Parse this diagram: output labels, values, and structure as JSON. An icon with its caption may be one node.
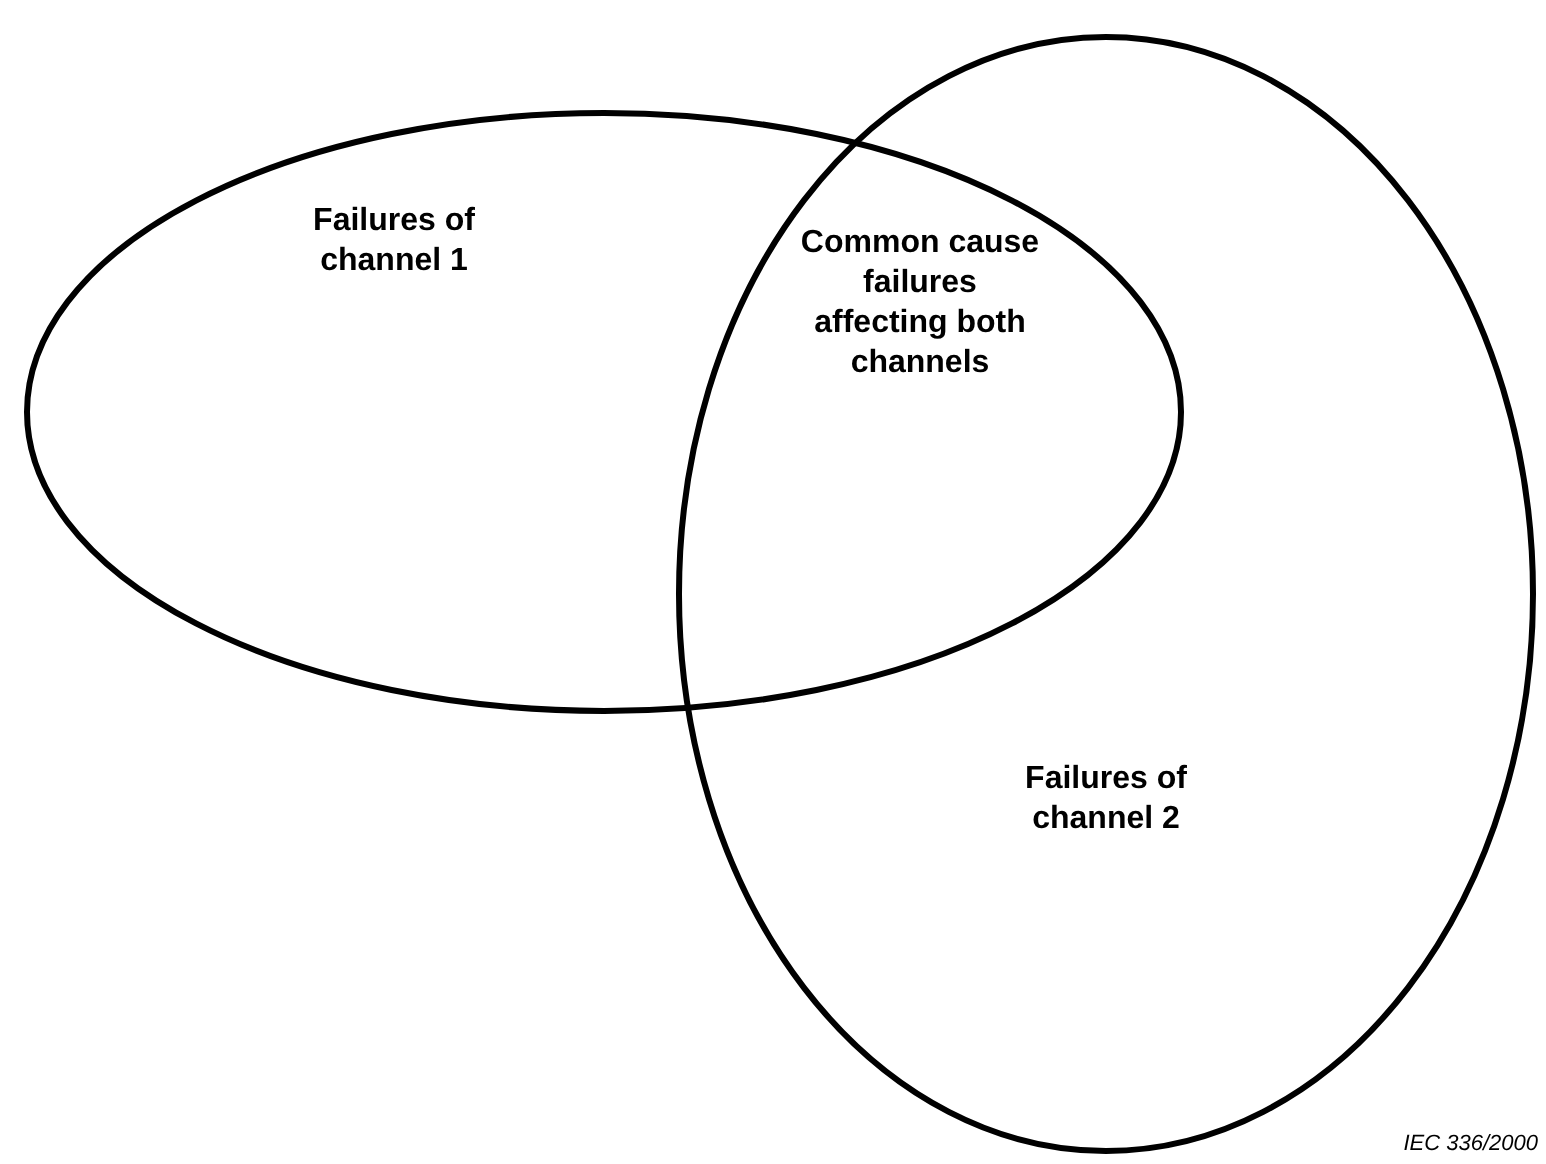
{
  "diagram": {
    "nodes": [
      {
        "text": [
          "Failures of channel 1"
        ]
      },
      {
        "text": [
          "Failures of channel 2"
        ]
      },
      {
        "text": [
          "Common cause failures affecting both channels"
        ]
      }
    ],
    "labels": [
      "IEC 336/2000"
    ]
  }
}
